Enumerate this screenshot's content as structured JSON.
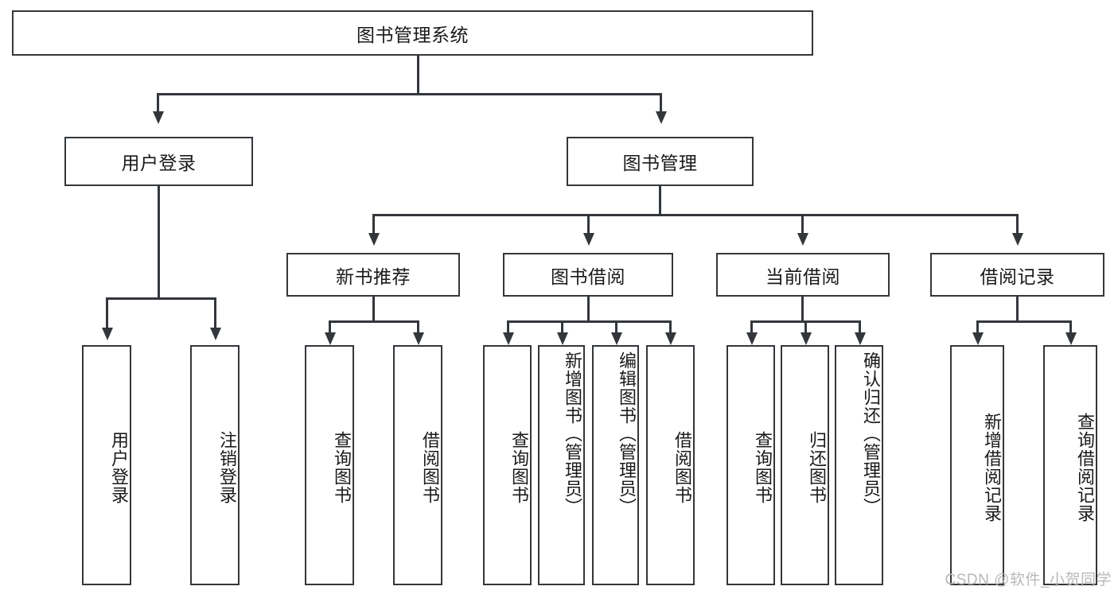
{
  "diagram": {
    "title_node": {
      "label": "图书管理系统"
    },
    "level2": [
      {
        "label": "用户登录"
      },
      {
        "label": "图书管理"
      }
    ],
    "level3": [
      {
        "label": "新书推荐"
      },
      {
        "label": "图书借阅"
      },
      {
        "label": "当前借阅"
      },
      {
        "label": "借阅记录"
      }
    ],
    "leaves": {
      "user_login": [
        {
          "label": "用户登录"
        },
        {
          "label": "注销登录"
        }
      ],
      "new_book": [
        {
          "label": "查询图书"
        },
        {
          "label": "借阅图书"
        }
      ],
      "borrow_book": [
        {
          "label": "查询图书"
        },
        {
          "label": "新增图书（管理员）"
        },
        {
          "label": "编辑图书（管理员）"
        },
        {
          "label": "借阅图书"
        }
      ],
      "current_borrow": [
        {
          "label": "查询图书"
        },
        {
          "label": "归还图书"
        },
        {
          "label": "确认归还（管理员）"
        }
      ],
      "borrow_record": [
        {
          "label": "新增借阅记录"
        },
        {
          "label": "查询借阅记录"
        }
      ]
    }
  },
  "watermark": {
    "text": "CSDN @软件_小贺同学"
  },
  "colors": {
    "stroke": "#33373b",
    "background": "#ffffff",
    "text": "#1a1a1a",
    "watermark": "#b8b8b8"
  }
}
